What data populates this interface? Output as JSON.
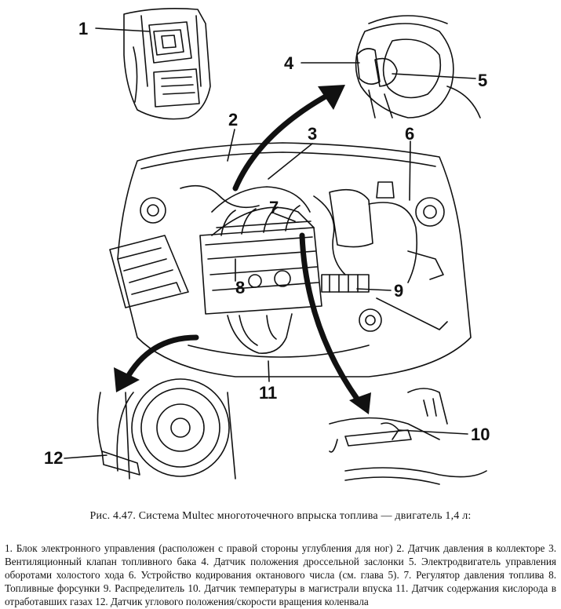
{
  "figure": {
    "callouts": [
      "1",
      "2",
      "3",
      "4",
      "5",
      "6",
      "7",
      "8",
      "9",
      "10",
      "11",
      "12"
    ]
  },
  "caption": {
    "title": "Рис. 4.47. Система Multec многоточечного впрыска топлива — двигатель 1,4 л:",
    "legend": "1. Блок электронного управления (расположен с правой стороны углубления для ног) 2. Датчик давления в коллекторе 3. Вентиляционный клапан топливного бака 4. Датчик положения дроссельной заслонки 5. Электродвигатель управления оборотами холостого хода 6. Устройство кодирования октанового числа (см. глава 5). 7. Регулятор давления топлива 8. Топливные форсунки 9. Распределитель 10. Датчик температуры в магистрали впуска 11. Датчик содержания кислорода в отработавших газах 12. Датчик углового положения/скорости вращения коленвала"
  }
}
